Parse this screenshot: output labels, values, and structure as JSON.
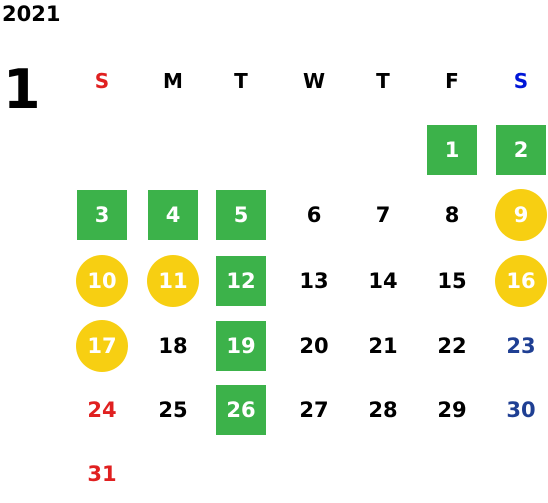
{
  "year": "2021",
  "month": "1",
  "colors": {
    "sunday": "#e02020",
    "saturday": "#0016d8",
    "weekend_day": "#1f3f93",
    "weekday": "#000000",
    "green_highlight": "#3cb24a",
    "yellow_holiday": "#f7cf12"
  },
  "weekdays": [
    "S",
    "M",
    "T",
    "W",
    "T",
    "F",
    "S"
  ],
  "days": [
    {
      "day": "1",
      "row": 0,
      "col": 5,
      "style": "green"
    },
    {
      "day": "2",
      "row": 0,
      "col": 6,
      "style": "green"
    },
    {
      "day": "3",
      "row": 1,
      "col": 0,
      "style": "green"
    },
    {
      "day": "4",
      "row": 1,
      "col": 1,
      "style": "green"
    },
    {
      "day": "5",
      "row": 1,
      "col": 2,
      "style": "green"
    },
    {
      "day": "6",
      "row": 1,
      "col": 3,
      "style": "plain"
    },
    {
      "day": "7",
      "row": 1,
      "col": 4,
      "style": "plain"
    },
    {
      "day": "8",
      "row": 1,
      "col": 5,
      "style": "plain"
    },
    {
      "day": "9",
      "row": 1,
      "col": 6,
      "style": "yellow"
    },
    {
      "day": "10",
      "row": 2,
      "col": 0,
      "style": "yellow"
    },
    {
      "day": "11",
      "row": 2,
      "col": 1,
      "style": "yellow"
    },
    {
      "day": "12",
      "row": 2,
      "col": 2,
      "style": "green"
    },
    {
      "day": "13",
      "row": 2,
      "col": 3,
      "style": "plain"
    },
    {
      "day": "14",
      "row": 2,
      "col": 4,
      "style": "plain"
    },
    {
      "day": "15",
      "row": 2,
      "col": 5,
      "style": "plain"
    },
    {
      "day": "16",
      "row": 2,
      "col": 6,
      "style": "yellow"
    },
    {
      "day": "17",
      "row": 3,
      "col": 0,
      "style": "yellow"
    },
    {
      "day": "18",
      "row": 3,
      "col": 1,
      "style": "plain"
    },
    {
      "day": "19",
      "row": 3,
      "col": 2,
      "style": "green"
    },
    {
      "day": "20",
      "row": 3,
      "col": 3,
      "style": "plain"
    },
    {
      "day": "21",
      "row": 3,
      "col": 4,
      "style": "plain"
    },
    {
      "day": "22",
      "row": 3,
      "col": 5,
      "style": "plain"
    },
    {
      "day": "23",
      "row": 3,
      "col": 6,
      "style": "plain"
    },
    {
      "day": "24",
      "row": 4,
      "col": 0,
      "style": "plain"
    },
    {
      "day": "25",
      "row": 4,
      "col": 1,
      "style": "plain"
    },
    {
      "day": "26",
      "row": 4,
      "col": 2,
      "style": "green"
    },
    {
      "day": "27",
      "row": 4,
      "col": 3,
      "style": "plain"
    },
    {
      "day": "28",
      "row": 4,
      "col": 4,
      "style": "plain"
    },
    {
      "day": "29",
      "row": 4,
      "col": 5,
      "style": "plain"
    },
    {
      "day": "30",
      "row": 4,
      "col": 6,
      "style": "plain"
    },
    {
      "day": "31",
      "row": 5,
      "col": 0,
      "style": "plain"
    }
  ]
}
